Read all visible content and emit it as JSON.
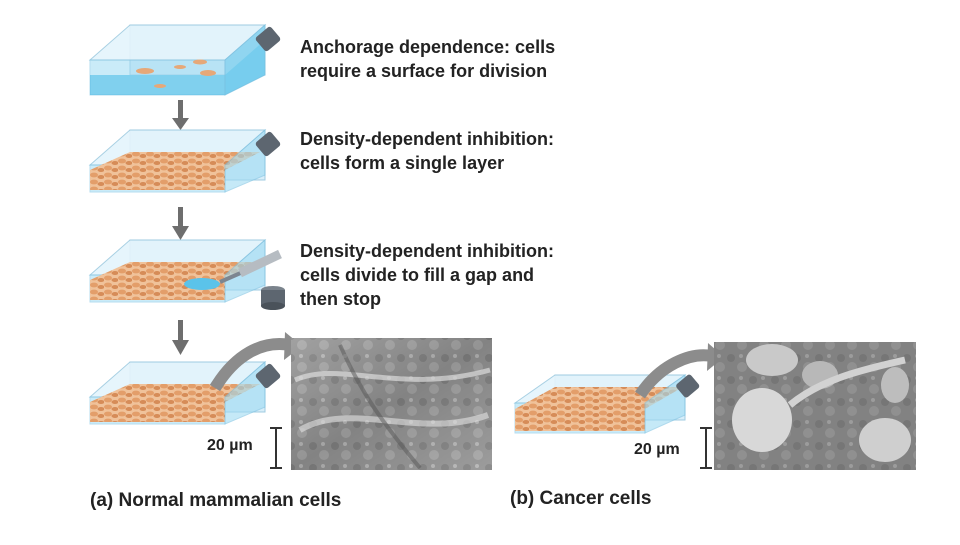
{
  "steps": [
    {
      "caption_lines": [
        "Anchorage dependence: cells",
        "require a surface for division"
      ],
      "flask_state": "sparse"
    },
    {
      "caption_lines": [
        "Density-dependent inhibition:",
        "cells form a single layer"
      ],
      "flask_state": "monolayer"
    },
    {
      "caption_lines": [
        "Density-dependent inhibition:",
        "cells divide to fill a gap and",
        "then stop"
      ],
      "flask_state": "gap"
    },
    {
      "caption_lines": [],
      "flask_state": "monolayer"
    }
  ],
  "panel_a": {
    "label": "(a) Normal mammalian cells",
    "scale_bar": "20 µm"
  },
  "panel_b": {
    "label": "(b) Cancer cells",
    "scale_bar": "20 µm"
  },
  "colors": {
    "medium": "#5bc3ea",
    "glass": "#cdeaf7",
    "cells": "#e6a878",
    "cap": "#5d6670",
    "arrow": "#6e6e6e",
    "text": "#222222"
  }
}
